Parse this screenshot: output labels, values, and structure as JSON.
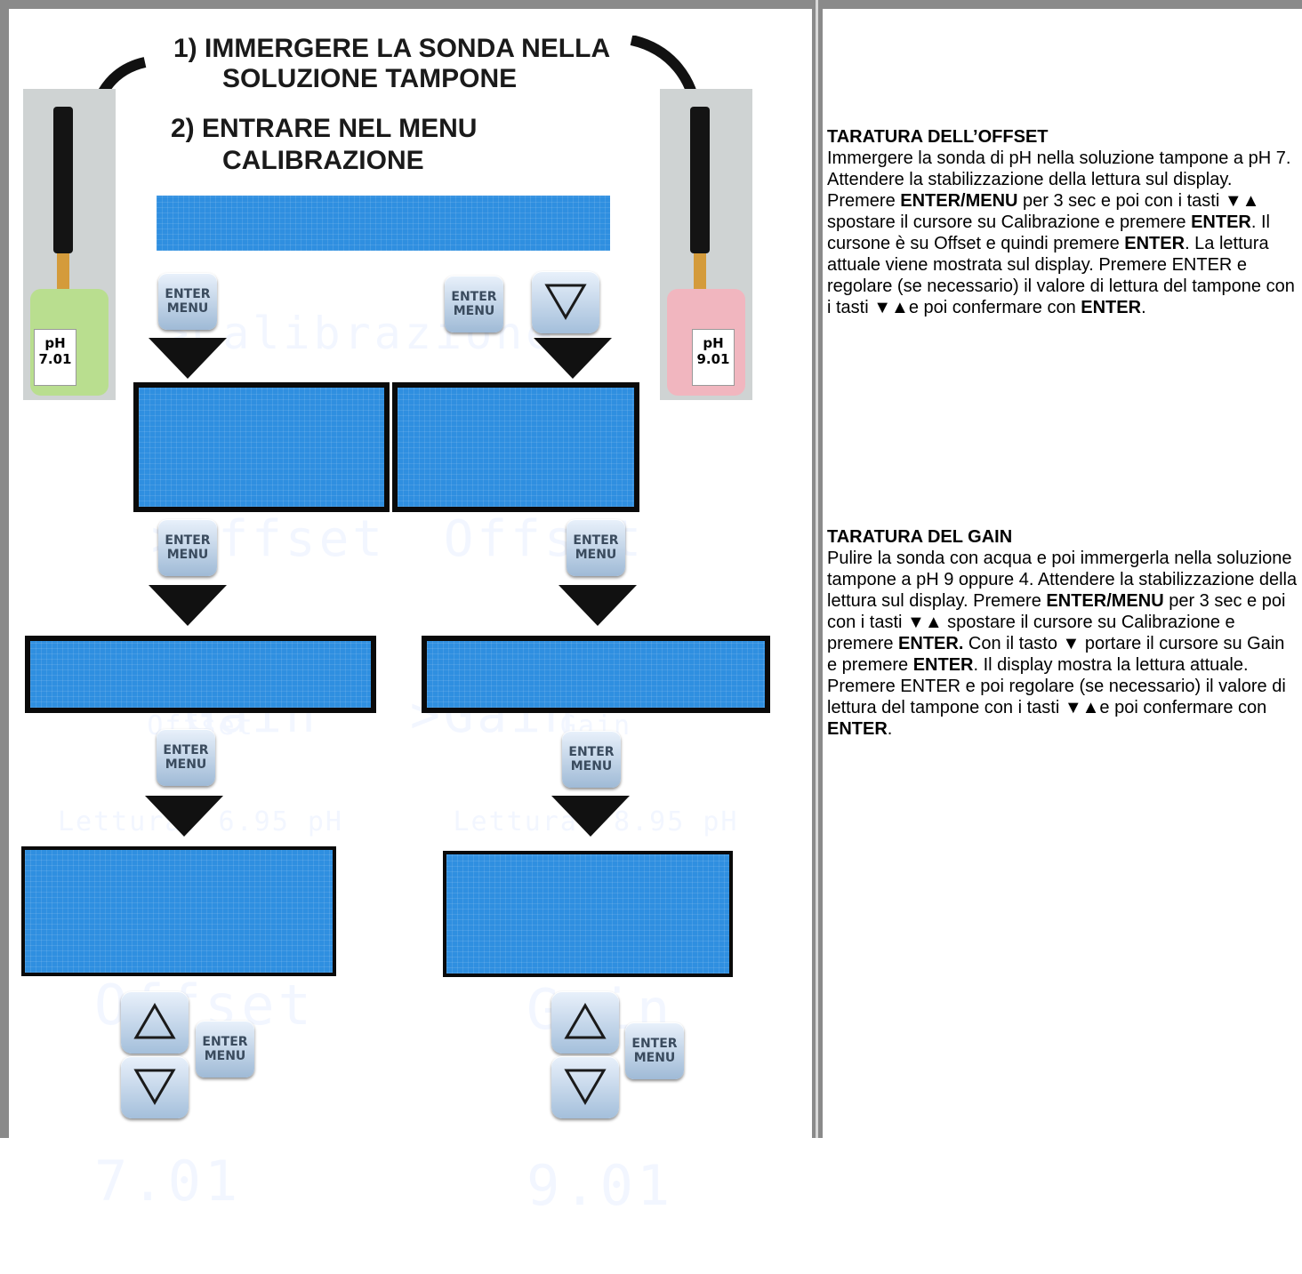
{
  "steps": {
    "step1_line1": "1) IMMERGERE LA SONDA NELLA",
    "step1_line2": "SOLUZIONE TAMPONE",
    "step2_line1": "2) ENTRARE NEL MENU",
    "step2_line2": "CALIBRAZIONE"
  },
  "bottles": {
    "left_label_unit": "pH",
    "left_label_value": "7.01",
    "right_label_unit": "pH",
    "right_label_value": "9.01",
    "left_liquid_color": "#b9de8f",
    "right_liquid_color": "#f1b6bf"
  },
  "keys": {
    "enter_line1": "ENTER",
    "enter_line2": "MENU",
    "up_icon": "triangle-up-icon",
    "down_icon": "triangle-down-icon"
  },
  "lcd": {
    "calibrazione": ">Calibrazione",
    "menu_left_line1": ">Offset",
    "menu_left_line2": " Gain",
    "menu_right_line1": " Offset",
    "menu_right_line2": ">Gain",
    "read_left_line1": "Offset",
    "read_left_line2": "Lettura: 6.95 pH",
    "read_right_line1": "Gain",
    "read_right_line2": "Lettura: 8.95 pH",
    "set_left_line1": "Offset",
    "set_left_line2": "7.01",
    "set_right_line1": "Gain",
    "set_right_line2": "9.01",
    "color": "#2f8fe0"
  },
  "offset_section": {
    "title": "TARATURA DELL’OFFSET",
    "t1": "Immergere la sonda di pH nella soluzione tampone a pH 7. Attendere la stabilizzazione della lettura sul display. Premere ",
    "b1": "ENTER/MENU",
    "t2": " per 3 sec e poi  con i tasti ▼▲ spostare il cursore su Calibrazione e premere ",
    "b2": "ENTER",
    "t3": ". Il cursone è su Offset e quindi premere ",
    "b3": "ENTER",
    "t4": ". La lettura attuale viene mostrata sul display. Premere ENTER e regolare (se necessario) il valore di lettura del tampone con i tasti ▼▲e poi confermare con ",
    "b4": "ENTER",
    "t5": "."
  },
  "gain_section": {
    "title": "TARATURA DEL GAIN",
    "t1": "Pulire la sonda con acqua e poi immergerla nella soluzione tampone a pH 9 oppure 4. Attendere la stabilizzazione della lettura sul display.  Premere ",
    "b1": "ENTER/MENU",
    "t2": " per 3 sec e poi  con i tasti ▼▲ spostare il cursore su Calibrazione e premere ",
    "b2": "ENTER.",
    "t3": " Con il tasto ▼ portare il cursore su Gain e premere ",
    "b3": "ENTER",
    "t4": ". Il display mostra la lettura attuale. Premere ENTER e poi regolare (se necessario) il valore di lettura del tampone con i tasti ▼▲e poi confermare con ",
    "b4": "ENTER",
    "t5": "."
  }
}
